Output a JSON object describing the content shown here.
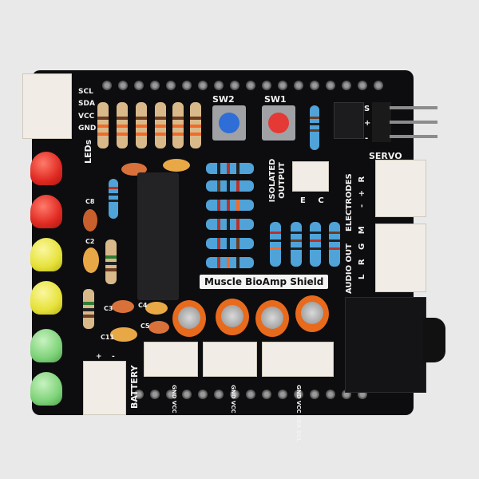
{
  "image": {
    "subject": "Muscle BioAmp Shield printed circuit board",
    "board_title": "Muscle BioAmp Shield",
    "colors": {
      "pcb": "#0d0d0f",
      "background": "#e9e9ea",
      "silkscreen": "#f2f2f2",
      "jst_connector": "#f1ede6",
      "electrolytic_cap": "#e86a1c",
      "sw1_cap": "#e53935",
      "sw2_cap": "#2e6ed6"
    }
  },
  "labels": {
    "i2c_pins": [
      "SCL",
      "SDA",
      "VCC",
      "GND"
    ],
    "sw2": "SW2",
    "sw1": "SW1",
    "servo": "SERVO",
    "servo_pins": [
      "S",
      "+",
      "-"
    ],
    "isolated_output": "ISOLATED OUTPUT",
    "isolated_pins": "E C",
    "electrodes": "ELECTRODES",
    "electrode_pins": "- + R",
    "audio_out": "AUDIO OUT",
    "audio_pins": "L R G M",
    "leds": "LEDs",
    "c8": "C8",
    "c2": "C2",
    "c3": "C3",
    "c4": "C4",
    "c5": "C5",
    "c11": "C11",
    "battery": "BATTERY",
    "battery_pins": [
      "+",
      "-"
    ],
    "bottom_conn1_pins": "GND VCC",
    "bottom_conn2_pins": "GND VCC",
    "bottom_conn3_pins": "GND VCC SDA SCL"
  },
  "components": {
    "leds": [
      {
        "color": "red",
        "hex": "#e02a22"
      },
      {
        "color": "red",
        "hex": "#e02a22"
      },
      {
        "color": "yellow",
        "hex": "#e6e23a"
      },
      {
        "color": "yellow",
        "hex": "#e6e23a"
      },
      {
        "color": "green",
        "hex": "#7fd37a"
      },
      {
        "color": "green",
        "hex": "#7fd37a"
      }
    ],
    "ic": "DIP-18 IC",
    "optocoupler": "SMD 4-pin",
    "audio_jack": "3.5mm jack"
  }
}
